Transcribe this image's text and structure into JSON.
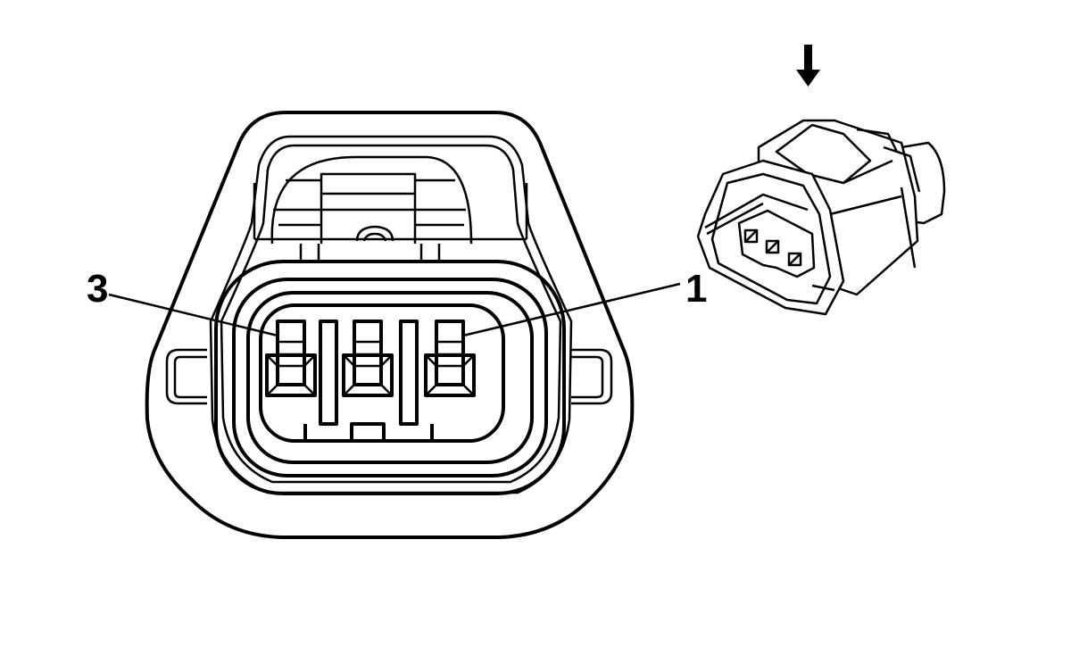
{
  "diagram": {
    "pin_labels": [
      {
        "id": "pin-3",
        "text": "3"
      },
      {
        "id": "pin-1",
        "text": "1"
      }
    ],
    "pin_count": 3,
    "view_arrow": "arrow-down-icon",
    "line_color": "#000000",
    "background": "#ffffff"
  }
}
